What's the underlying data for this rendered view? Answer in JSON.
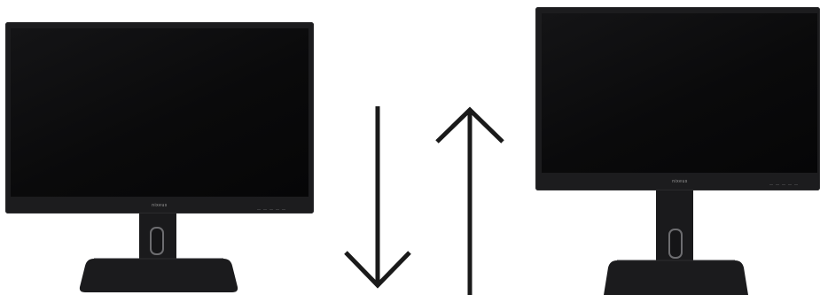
{
  "monitors": [
    {
      "brand": "nixeus"
    },
    {
      "brand": "nixeus"
    }
  ],
  "arrows": {
    "down": "down-arrow",
    "up": "up-arrow"
  }
}
